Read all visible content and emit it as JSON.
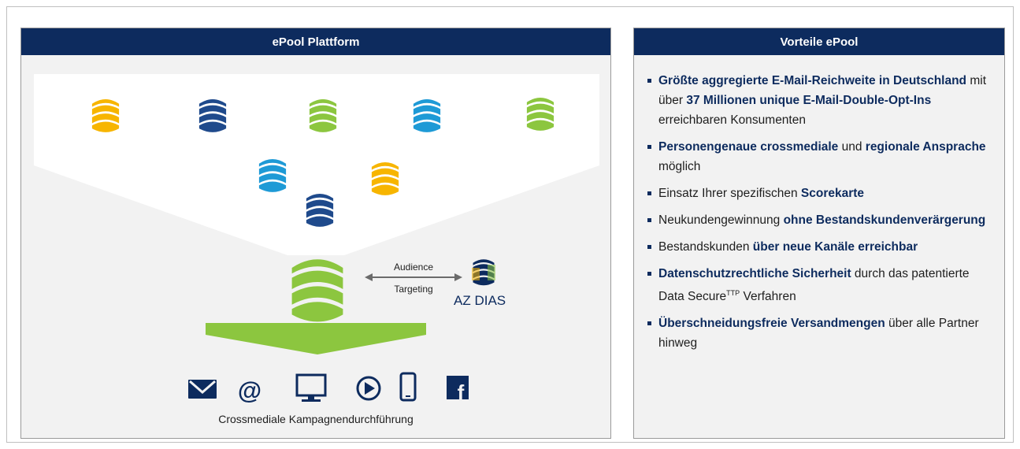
{
  "left_panel": {
    "title": "ePool Plattform",
    "audience_label_line1": "Audience",
    "audience_label_line2": "Targeting",
    "partner_logo_text": "AZ DIAS",
    "caption": "Crossmediale Kampagnendurchführung",
    "channel_icons": [
      "mail-icon",
      "at-sign-icon",
      "monitor-icon",
      "play-icon",
      "smartphone-icon",
      "facebook-icon"
    ]
  },
  "colors": {
    "navy": "#0d2b5e",
    "dark_blue": "#1f4a8c",
    "light_blue": "#1e9ad6",
    "yellow": "#f7b500",
    "green": "#8cc63f"
  },
  "right_panel": {
    "title": "Vorteile ePool",
    "items": [
      {
        "b1": "Größte aggregierte E-Mail-Reichweite in Deutschland",
        "n1": " mit über ",
        "b2": "37 Millionen unique E-Mail-Double-Opt-Ins",
        "n2": " erreichbaren Konsumenten"
      },
      {
        "b1": "Personengenaue crossmediale",
        "n1": " und ",
        "b2": "regionale Ansprache",
        "n2": " möglich"
      },
      {
        "n0": "Einsatz Ihrer spezifischen ",
        "b1": "Scorekarte"
      },
      {
        "n0": "Neukundengewinnung ",
        "b1": "ohne Bestandskundenverärgerung"
      },
      {
        "n0": "Bestandskunden ",
        "b1": "über neue Kanäle erreichbar"
      },
      {
        "b1": "Datenschutzrechtliche Sicherheit",
        "n1": " durch das patentierte Data Secure",
        "sup": "TTP",
        "n2": " Verfahren"
      },
      {
        "b1": "Überschneidungsfreie Versandmengen",
        "n1": " über alle Partner hinweg"
      }
    ]
  }
}
